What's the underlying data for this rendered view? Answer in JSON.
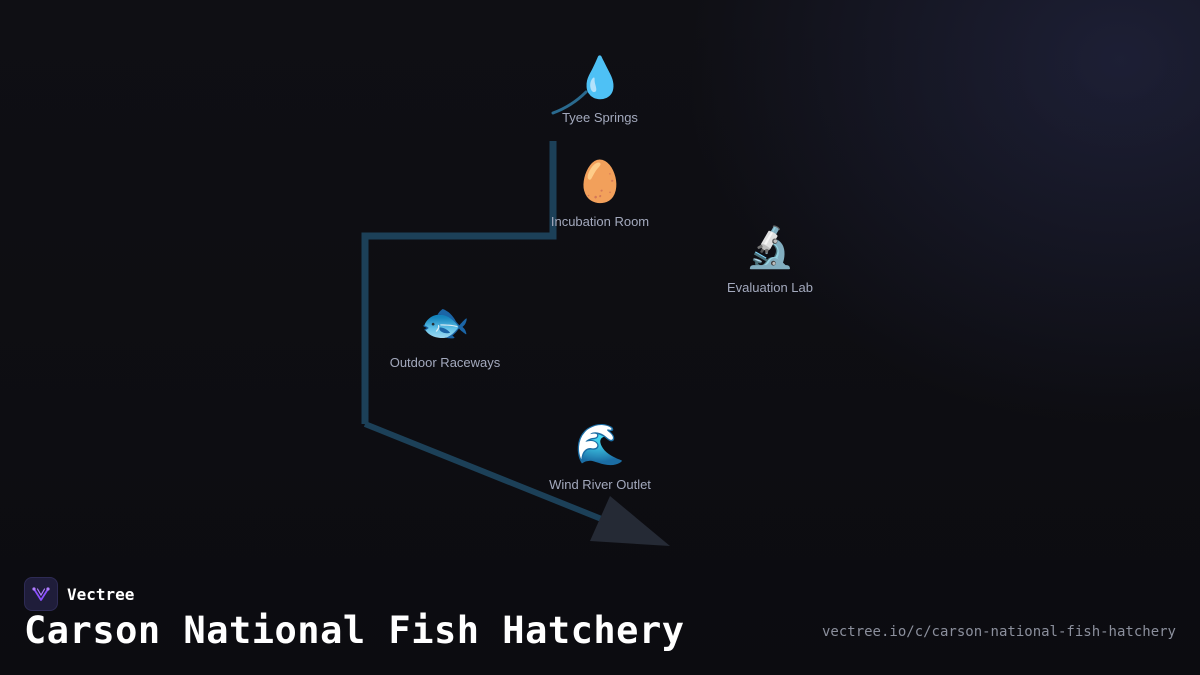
{
  "diagram": {
    "nodes": [
      {
        "id": "tyee",
        "label": "Tyee Springs",
        "icon": "💧",
        "icon_name": "water-drop-icon"
      },
      {
        "id": "incubation",
        "label": "Incubation Room",
        "icon": "🥚",
        "icon_name": "egg-icon"
      },
      {
        "id": "lab",
        "label": "Evaluation Lab",
        "icon": "🔬",
        "icon_name": "microscope-icon"
      },
      {
        "id": "raceways",
        "label": "Outdoor Raceways",
        "icon": "🐟",
        "icon_name": "fish-icon"
      },
      {
        "id": "outlet",
        "label": "Wind River Outlet",
        "icon": "🌊",
        "icon_name": "wave-icon"
      }
    ],
    "edges": [
      {
        "from": "tyee",
        "to": "incubation"
      },
      {
        "from": "incubation",
        "to": "raceways"
      },
      {
        "from": "raceways",
        "to": "outlet"
      }
    ],
    "colors": {
      "edge": "#1c4058",
      "edge_accent": "#2a6a8f",
      "arrowhead": "#252a35"
    }
  },
  "brand": {
    "name": "Vectree",
    "logo_icon": "vectree-logo-icon",
    "accent": "#8a4fff"
  },
  "page": {
    "title": "Carson National Fish Hatchery",
    "url": "vectree.io/c/carson-national-fish-hatchery"
  }
}
